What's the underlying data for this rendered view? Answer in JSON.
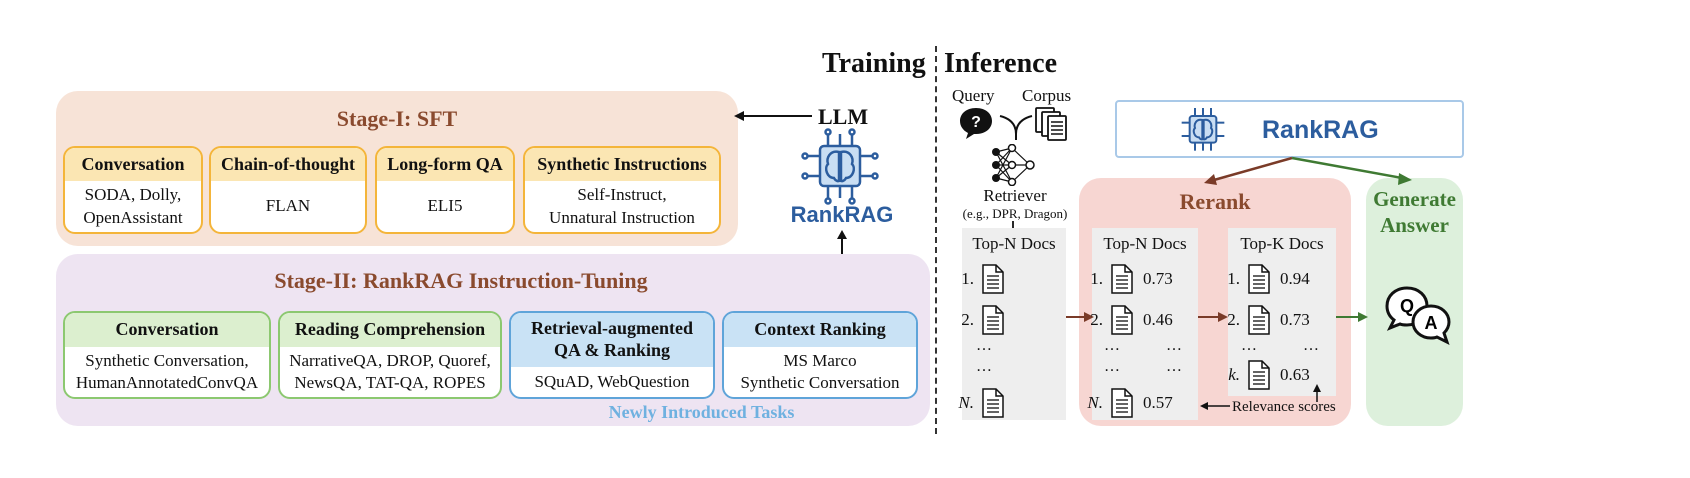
{
  "headers": {
    "training": "Training",
    "inference": "Inference"
  },
  "stage1": {
    "title": "Stage-I: SFT",
    "cards": [
      {
        "head": "Conversation",
        "body": "SODA, Dolly,\nOpenAssistant"
      },
      {
        "head": "Chain-of-thought",
        "body": "FLAN"
      },
      {
        "head": "Long-form QA",
        "body": "ELI5"
      },
      {
        "head": "Synthetic Instructions",
        "body": "Self-Instruct,\nUnnatural Instruction"
      }
    ]
  },
  "stage2": {
    "title": "Stage-II: RankRAG Instruction-Tuning",
    "cards": [
      {
        "head": "Conversation",
        "body": "Synthetic Conversation,\nHumanAnnotatedConvQA"
      },
      {
        "head": "Reading Comprehension",
        "body": "NarrativeQA, DROP, Quoref,\nNewsQA, TAT-QA, ROPES"
      },
      {
        "head": "Retrieval-augmented\nQA & Ranking",
        "body": "SQuAD, WebQuestion"
      },
      {
        "head": "Context Ranking",
        "body": "MS Marco\nSynthetic Conversation"
      }
    ],
    "new_tasks_label": "Newly Introduced Tasks"
  },
  "llm": {
    "label": "LLM",
    "brand": "RankRAG"
  },
  "inference": {
    "query_label": "Query",
    "corpus_label": "Corpus",
    "retriever_label": "Retriever",
    "retriever_sub": "(e.g., DPR, Dragon)",
    "top_n_title": "Top-N Docs",
    "top_n_items": [
      "1.",
      "2.",
      "N."
    ],
    "ellipsis": "…",
    "rankrag_label": "RankRAG",
    "rerank": {
      "title": "Rerank",
      "left_title": "Top-N Docs",
      "left_items": [
        {
          "n": "1.",
          "score": "0.73"
        },
        {
          "n": "2.",
          "score": "0.46"
        },
        {
          "n": "N.",
          "score": "0.57"
        }
      ],
      "right_title": "Top-K Docs",
      "right_items": [
        {
          "n": "1.",
          "score": "0.94"
        },
        {
          "n": "2.",
          "score": "0.73"
        },
        {
          "n": "k.",
          "score": "0.63"
        }
      ],
      "relevance_label": "Relevance scores"
    },
    "generate": {
      "line1": "Generate",
      "line2": "Answer"
    },
    "qa_icon": {
      "q": "Q",
      "a": "A"
    }
  },
  "colors": {
    "stage1_bg": "#f7e3d7",
    "stage2_bg": "#eee4f2",
    "orange": "#f4b53a",
    "orange_head": "#fbe6b3",
    "green": "#8cc870",
    "green_head": "#dcefcf",
    "blue": "#5fa4d9",
    "blue_head": "#c9e2f5",
    "rerank_bg": "#f7d6d2",
    "generate_bg": "#ddf0dc",
    "brand_blue": "#2c5d9e",
    "gray_box": "#eeeeee"
  }
}
